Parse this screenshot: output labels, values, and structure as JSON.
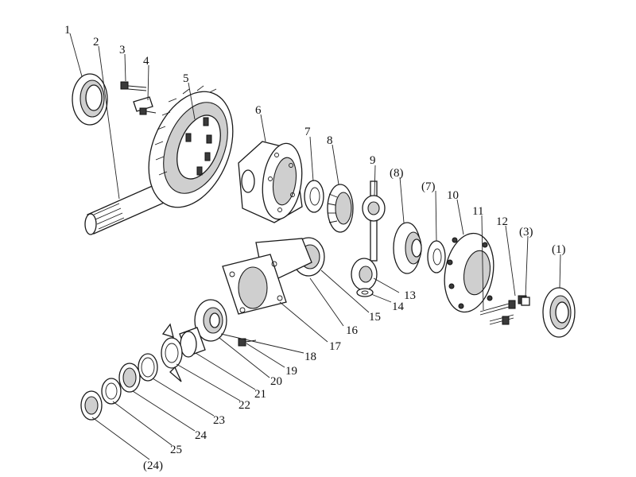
{
  "labels": {
    "l1": "1",
    "l2": "2",
    "l3": "3",
    "l4": "4",
    "l5": "5",
    "l6": "6",
    "l7": "7",
    "l8": "8",
    "l9": "9",
    "l8p": "(8)",
    "l7p": "(7)",
    "l10": "10",
    "l11": "11",
    "l12": "12",
    "l3p": "(3)",
    "l1p": "(1)",
    "l13": "13",
    "l14": "14",
    "l15": "15",
    "l16": "16",
    "l17": "17",
    "l18": "18",
    "l19": "19",
    "l20": "20",
    "l21": "21",
    "l22": "22",
    "l23": "23",
    "l24": "24",
    "l25": "25",
    "l24p": "(24)"
  }
}
